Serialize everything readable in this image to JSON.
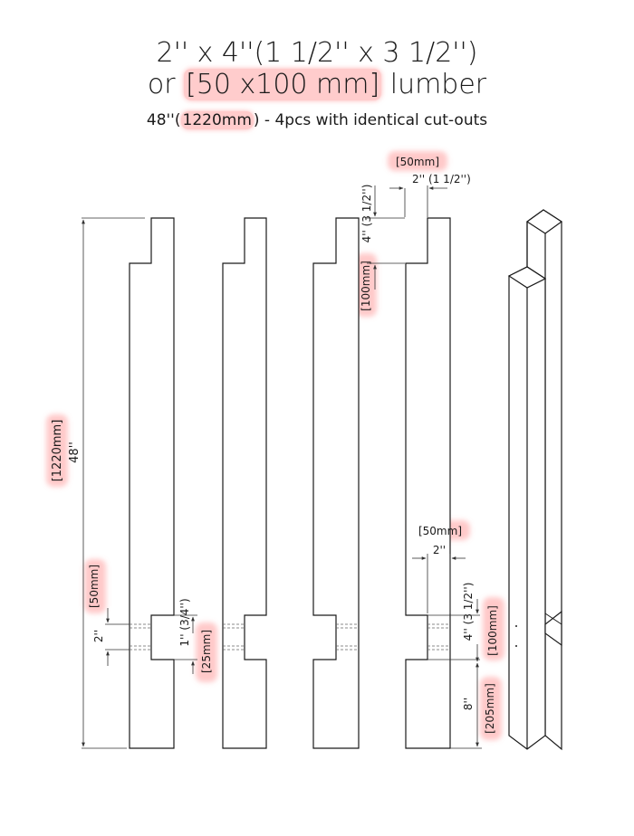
{
  "header": {
    "title_line1": "2'' x 4''(1 1/2'' x 3 1/2'')",
    "title_line2_prefix": "or ",
    "title_line2_highlight": "[50 x100 mm]",
    "title_line2_suffix": " lumber",
    "subtitle_prefix": "48''(",
    "subtitle_highlight": "1220mm",
    "subtitle_suffix": ") - 4pcs with identical cut-outs"
  },
  "dimensions": {
    "total_length_in": "48''",
    "total_length_mm": "[1220mm]",
    "top_width_mm": "[50mm]",
    "top_width_in": "2'' (1 1/2'')",
    "top_depth_in": "4'' (3 1/2'')",
    "top_depth_mm": "[100mm]",
    "notch_height_in": "2''",
    "notch_height_mm": "[50mm]",
    "notch_depth_in": "1'' (3/4'')",
    "notch_depth_mm": "[25mm]",
    "bottom_notch_width_mm": "[50mm]",
    "bottom_notch_width_in": "2''",
    "bottom_notch_depth_in": "4'' (3 1/2'')",
    "bottom_notch_depth_mm": "[100mm]",
    "bottom_offset_in": "8''",
    "bottom_offset_mm": "[205mm]"
  }
}
